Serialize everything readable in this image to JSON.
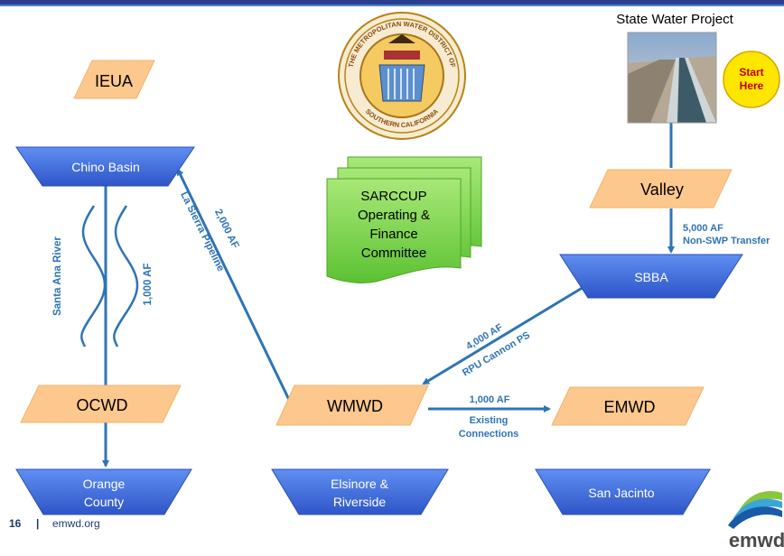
{
  "header": {
    "bar_colors": [
      "#2b3d8f",
      "#4a86c8"
    ]
  },
  "nodes": {
    "ieua": "IEUA",
    "chino_basin": "Chino Basin",
    "ocwd": "OCWD",
    "orange_county": [
      "Orange",
      "County"
    ],
    "wmwd": "WMWD",
    "elsinore_riverside": [
      "Elsinore &",
      "Riverside"
    ],
    "emwd": "EMWD",
    "san_jacinto": "San Jacinto",
    "valley": "Valley",
    "sbba": "SBBA",
    "sarccup": [
      "SARCCUP",
      "Operating &",
      "Finance",
      "Committee"
    ]
  },
  "state_water_project": {
    "title": "State Water Project",
    "start_here": [
      "Start",
      "Here"
    ]
  },
  "flows": {
    "santa_ana_river": "Santa Ana River",
    "ocwd_amount": "1,000 AF",
    "la_sierra_amount": "2,000 AF",
    "la_sierra_name": "La Sierra Pipeline",
    "valley_amount": "5,000 AF",
    "valley_type": "Non-SWP Transfer",
    "cannon_amount": "4,000 AF",
    "cannon_name": "RPU Cannon PS",
    "emwd_amount": "1,000 AF",
    "emwd_type_1": "Existing",
    "emwd_type_2": "Connections"
  },
  "footer": {
    "page_number": "16",
    "separator": "|",
    "site": "emwd.org"
  },
  "logos": {
    "mwd_seal_text": "THE METROPOLITAN WATER DISTRICT OF SOUTHERN CALIFORNIA",
    "emwd_wordmark": "emwd"
  },
  "colors": {
    "parallelogram_fill": "#fcc88e",
    "trapezoid_fill": "#4673e6",
    "arrow": "#2e74b5",
    "flow_label": "#2e74b5",
    "sarccup_fill": "#7fd450",
    "start_here_fill": "#ffe600"
  }
}
